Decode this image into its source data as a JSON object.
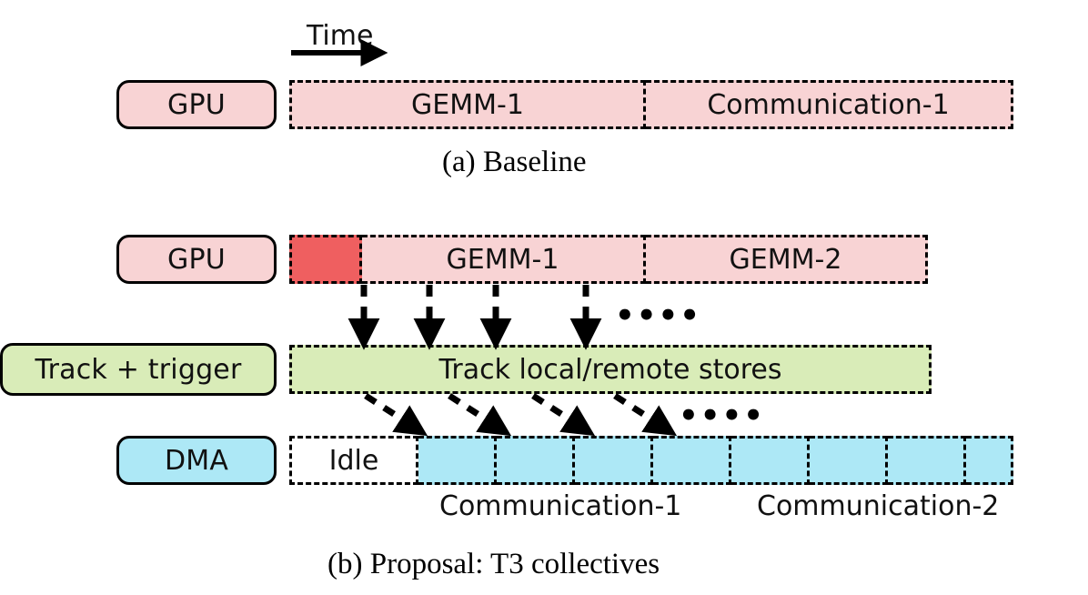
{
  "figure": {
    "panels": [
      {
        "id": "a",
        "caption": "(a) Baseline",
        "time_axis_label": "Time",
        "rows": [
          {
            "label": "GPU",
            "color": "#f8d3d4",
            "segments": [
              {
                "label": "GEMM-1",
                "color": "#f8d3d4"
              },
              {
                "label": "Communication-1",
                "color": "#f8d3d4"
              }
            ]
          }
        ]
      },
      {
        "id": "b",
        "caption": "(b) Proposal: T3 collectives",
        "rows": [
          {
            "label": "GPU",
            "color": "#f8d3d4",
            "segments": [
              {
                "label": "",
                "color": "#ef5f60"
              },
              {
                "label": "GEMM-1",
                "color": "#f8d3d4"
              },
              {
                "label": "GEMM-2",
                "color": "#f8d3d4"
              }
            ]
          },
          {
            "label": "Track + trigger",
            "color": "#d9ecb8",
            "segments": [
              {
                "label": "Track local/remote stores",
                "color": "#d9ecb8"
              }
            ]
          },
          {
            "label": "DMA",
            "color": "#ade8f6",
            "segments": [
              {
                "label": "Idle",
                "color": "#ffffff"
              },
              {
                "label": "",
                "color": "#ade8f6"
              },
              {
                "label": "",
                "color": "#ade8f6"
              },
              {
                "label": "",
                "color": "#ade8f6"
              },
              {
                "label": "",
                "color": "#ade8f6"
              },
              {
                "label": "",
                "color": "#ade8f6"
              },
              {
                "label": "",
                "color": "#ade8f6"
              },
              {
                "label": "",
                "color": "#ade8f6"
              },
              {
                "label": "",
                "color": "#ade8f6"
              },
              {
                "label": "",
                "color": "#ade8f6"
              }
            ]
          }
        ],
        "under_labels": [
          "Communication-1",
          "Communication-2"
        ],
        "ellipsis": "••••"
      }
    ],
    "colors": {
      "gpu_pink": "#f8d3d4",
      "gpu_red": "#ef5f60",
      "track_green": "#d9ecb8",
      "dma_blue": "#ade8f6",
      "outline": "#000000"
    }
  }
}
